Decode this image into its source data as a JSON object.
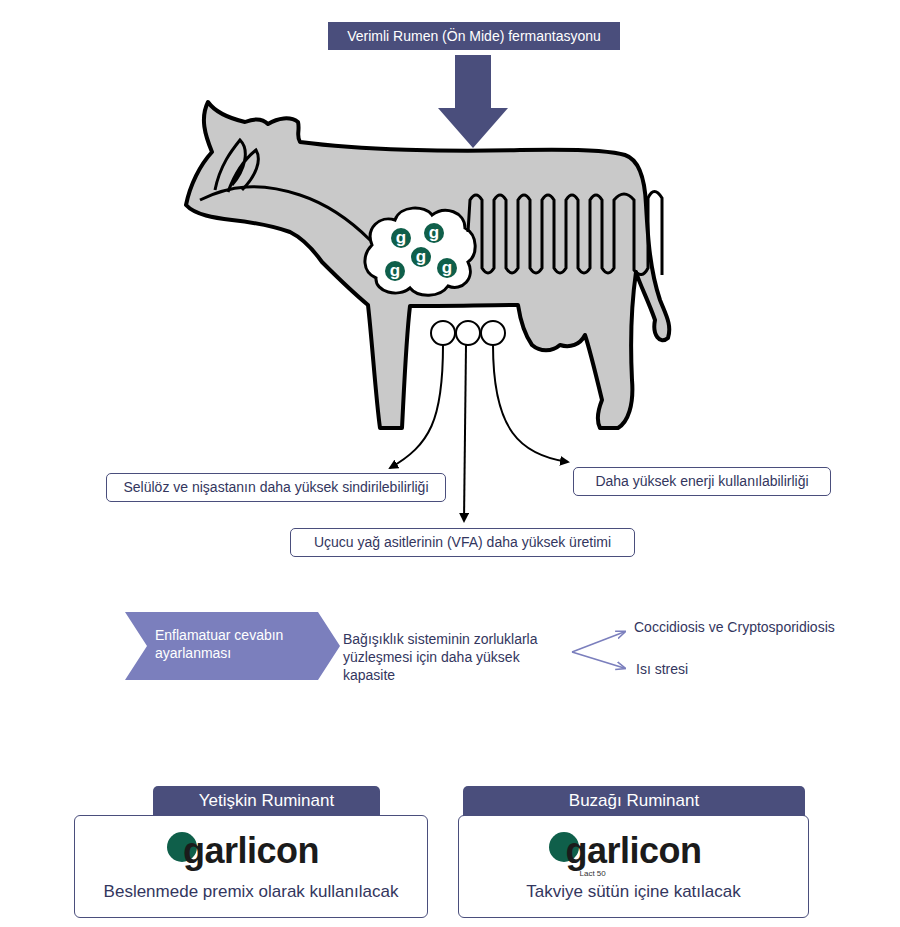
{
  "diagram": {
    "nodes": [
      {
        "text": [
          "Verimli Rumen (Ön Mide) fermantasyonu"
        ]
      },
      {
        "text": [
          "Selülöz ve nişastanın daha yüksek sindirilebilirliği"
        ]
      },
      {
        "text": [
          "Uçucu yağ asitlerinin (VFA) daha yüksek üretimi"
        ]
      },
      {
        "text": [
          "Daha yüksek enerji kullanılabilirliği"
        ]
      },
      {
        "text": [
          "Enflamatuar cevabın ayarlanması"
        ]
      },
      {
        "text": [
          "Yetişkin Ruminant",
          "garlicon",
          "Beslenmede premix olarak kullanılacak"
        ]
      },
      {
        "text": [
          "Buzağı Ruminant",
          "garlicon",
          "Lact 50",
          "Takviye sütün içine katılacak"
        ]
      }
    ],
    "labels": [
      "g",
      "g",
      "g",
      "g",
      "g",
      "Bağışıklık sisteminin zorluklarla yüzleşmesi için daha yüksek kapasite",
      "Coccidiosis ve Cryptosporidiosis",
      "Isı stresi"
    ]
  }
}
